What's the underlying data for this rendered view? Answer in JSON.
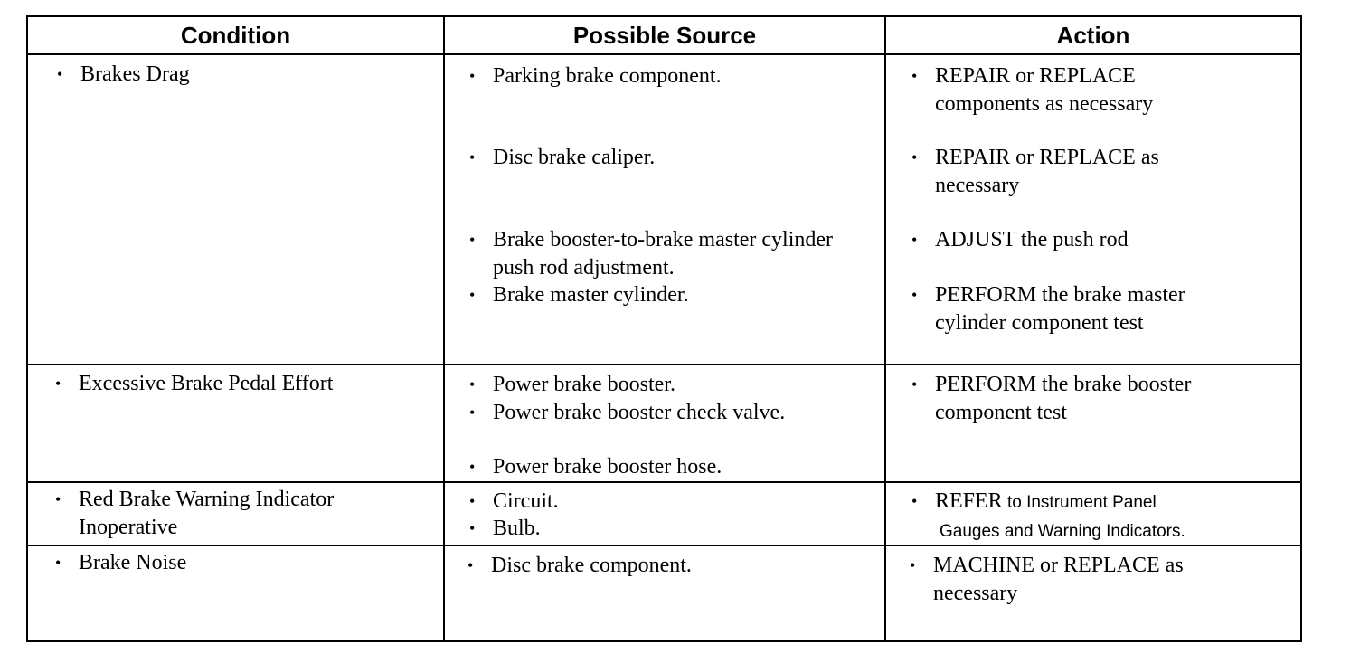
{
  "headers": {
    "condition": "Condition",
    "source": "Possible Source",
    "action": "Action"
  },
  "bullet": "•",
  "rows": [
    {
      "condition": "Brakes Drag",
      "sources": [
        "Parking brake component.",
        "Disc brake caliper.",
        "Brake booster-to-brake master cylinder push rod adjustment.",
        "Brake master cylinder."
      ],
      "actions": [
        "REPAIR or REPLACE components as necessary",
        "REPAIR or REPLACE as necessary",
        "ADJUST the push rod",
        "PERFORM the brake master cylinder component test"
      ]
    },
    {
      "condition": "Excessive Brake Pedal Effort",
      "sources": [
        "Power brake booster.",
        "Power brake booster check valve.",
        "Power brake booster hose."
      ],
      "actions": [
        "PERFORM the brake booster component test"
      ]
    },
    {
      "condition": "Red Brake Warning Indicator Inoperative",
      "sources": [
        "Circuit.",
        "Bulb."
      ],
      "actions": [
        {
          "lead": "REFER",
          "tail_line1": " to Instrument Panel",
          "tail_line2": "Gauges and Warning Indicators."
        }
      ]
    },
    {
      "condition": "Brake Noise",
      "sources": [
        "Disc brake component."
      ],
      "actions": [
        "MACHINE or REPLACE as necessary"
      ]
    }
  ]
}
